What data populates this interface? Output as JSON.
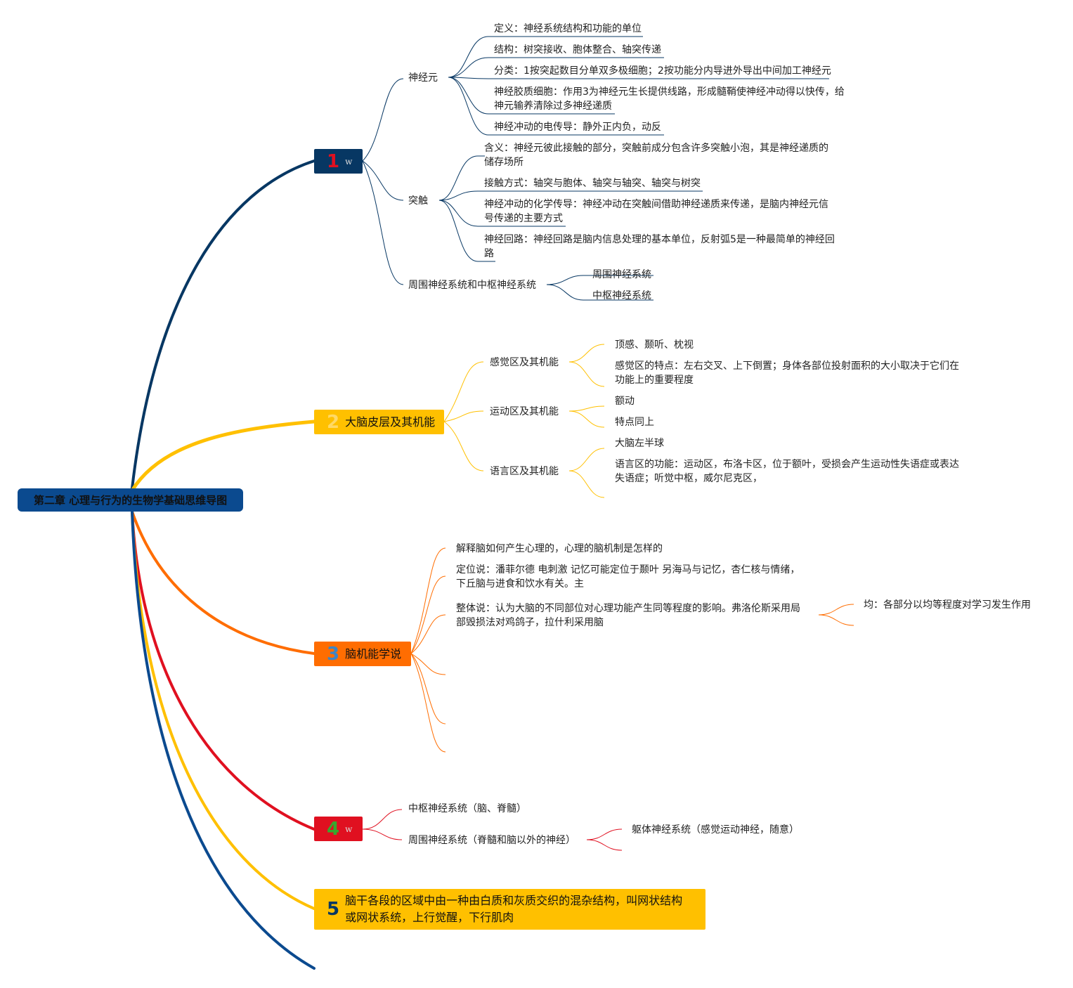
{
  "root": {
    "title": "第二章 心理与行为的生物学基础思维导图"
  },
  "colors": {
    "root": "#0b4a8f",
    "b1": "#073763",
    "b2": "#ffc000",
    "b3": "#ff6d01",
    "b4": "#e01020",
    "b5": "#ffc000",
    "b6": "#0b4a8f"
  },
  "b1": {
    "num": "1",
    "label": "w",
    "neuron": {
      "label": "神经元",
      "items": [
        "定义：神经系统结构和功能的单位",
        "结构：树突接收、胞体整合、轴突传递",
        "分类：1按突起数目分单双多极细胞；2按功能分内导进外导出中间加工神经元",
        "神经胶质细胞：作用3为神经元生长提供线路，形成髓鞘使神经冲动得以快传，给神元输养清除过多神经递质",
        "神经冲动的电传导：静外正内负，动反"
      ]
    },
    "synapse": {
      "label": "突触",
      "items": [
        "含义：神经元彼此接触的部分，突触前成分包含许多突触小泡，其是神经递质的储存场所",
        "接触方式：轴突与胞体、轴突与轴突、轴突与树突",
        "神经冲动的化学传导：神经冲动在突触间借助神经递质来传递，是脑内神经元信号传递的主要方式",
        "神经回路：神经回路是脑内信息处理的基本单位，反射弧5是一种最简单的神经回路"
      ]
    },
    "systems": {
      "label": "周围神经系统和中枢神经系统",
      "items": [
        "周围神经系统",
        "中枢神经系统"
      ]
    }
  },
  "b2": {
    "num": "2",
    "label": "大脑皮层及其机能",
    "sensory": {
      "label": "感觉区及其机能",
      "items": [
        "顶感、颞听、枕视",
        "感觉区的特点：左右交叉、上下倒置；身体各部位投射面积的大小取决于它们在功能上的重要程度"
      ]
    },
    "motor": {
      "label": "运动区及其机能",
      "items": [
        "额动",
        "特点同上"
      ]
    },
    "language": {
      "label": "语言区及其机能",
      "items": [
        "大脑左半球",
        "语言区的功能：运动区，布洛卡区，位于额叶，受损会产生运动性失语症或表达失语症；听觉中枢，威尔尼克区，"
      ]
    }
  },
  "b3": {
    "num": "3",
    "label": "脑机能学说",
    "items": [
      "解释脑如何产生心理的，心理的脑机制是怎样的",
      "定位说：潘菲尔德 电刺激 记忆可能定位于颞叶 另海马与记忆，杏仁核与情绪，下丘脑与进食和饮水有关。主",
      "整体说：认为大脑的不同部位对心理功能产生同等程度的影响。弗洛伦斯采用局部毁损法对鸡鸽子，拉什利采用脑"
    ],
    "holistic_sub": "均：各部分以均等程度对学习发生作用"
  },
  "b4": {
    "num": "4",
    "label": "w",
    "items": [
      "中枢神经系统（脑、脊髓）",
      "周围神经系统（脊髓和脑以外的神经）"
    ],
    "peripheral_sub": "躯体神经系统（感觉运动神经，随意）"
  },
  "b5": {
    "num": "5",
    "label": "脑干各段的区域中由一种由白质和灰质交织的混杂结构，叫网状结构或网状系统，上行觉醒，下行肌肉"
  }
}
